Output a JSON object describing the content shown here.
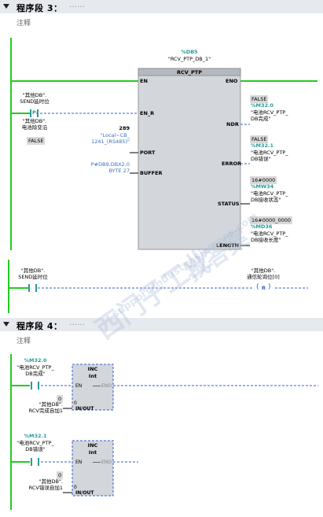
{
  "segment3": {
    "title": "程序段 3：",
    "ellipsis": "……",
    "comment": "注释",
    "instance_db_address": "%DB5",
    "instance_db_name": "\"RCV_PTP_DB_1\"",
    "block_name": "RCV_PTP",
    "pin_en": "EN",
    "pin_eno": "ENO",
    "pin_en_r": "EN_R",
    "pin_ndr": "NDR",
    "pin_port": "PORT",
    "pin_error": "ERROR",
    "pin_buffer": "BUFFER",
    "pin_status": "STATUS",
    "pin_length": "LENGTH",
    "en_r_contact_tag_line1": "\"其他DB\".",
    "en_r_contact_tag_line2": "SEND延时位",
    "p_contact_label": "P",
    "p_operand_line1": "\"其他DB\".",
    "p_operand_line2": "电池除变沿",
    "p_operand_value": "FALSE",
    "port_value": "289",
    "port_tag_line1": "\"Local~CB_",
    "port_tag_line2": "1241_(RS485)\"",
    "buffer_line1": "P#DB9.DBX2.0",
    "buffer_line2": "BYTE 27",
    "ndr_value": "FALSE",
    "ndr_address": "%M32.0",
    "ndr_tag_line1": "\"电池RCV_PTP_",
    "ndr_tag_line2": "DB完成\"",
    "error_value": "FALSE",
    "error_address": "%M32.1",
    "error_tag_line1": "\"电池RCV_PTP_",
    "error_tag_line2": "DB错误\"",
    "status_value": "16#0000",
    "status_address": "%MW34",
    "status_tag_line1": "\"电池RCV_PTP_",
    "status_tag_line2": "DB接收状态\"",
    "length_value": "16#0000_0000",
    "length_address": "%MD36",
    "length_tag_line1": "\"电池RCV_PTP_",
    "length_tag_line2": "DB接收长度\"",
    "network2_contact_line1": "\"其他DB\".",
    "network2_contact_line2": "SEND延时位",
    "network2_coil_line1": "\"其他DB\".",
    "network2_coil_line2": "通信轮询位[0]",
    "network2_coil_symbol": "R"
  },
  "segment4": {
    "title": "程序段 4：",
    "ellipsis": "……",
    "comment": "注释",
    "net1_contact_address": "%M32.0",
    "net1_contact_line1": "\"电池RCV_PTP_",
    "net1_contact_line2": "DB完成\"",
    "net1_block_line1": "INC",
    "net1_block_line2": "Int",
    "net1_pin_en": "EN",
    "net1_pin_eno": "ENO",
    "net1_pin_inout": "IN/OUT",
    "net1_inout_value": "0",
    "net1_inout_zero": "0",
    "net1_inout_line1": "\"其他DB\".",
    "net1_inout_line2": "RCV完成自加1",
    "net2_contact_address": "%M32.1",
    "net2_contact_line1": "\"电池RCV_PTP_",
    "net2_contact_line2": "DB错误\"",
    "net2_block_line1": "INC",
    "net2_block_line2": "Int",
    "net2_pin_en": "EN",
    "net2_pin_eno": "ENO",
    "net2_pin_inout": "IN/OUT",
    "net2_inout_value": "0",
    "net2_inout_zero": "0",
    "net2_inout_line1": "\"其他DB\".",
    "net2_inout_line2": "RCV错误自加1"
  },
  "watermark": {
    "line1": "西门子工业",
    "line2": "support.industry.siemens.com",
    "line3": "找答案"
  },
  "colors": {
    "power_rail": "#22cc22",
    "dashed_wire": "#3a5fc9",
    "block_fill": "#d3d6db",
    "block_header": "#b4b8bf",
    "address_teal": "#2a9a9a",
    "segment_bar": "#e6e9ee"
  }
}
